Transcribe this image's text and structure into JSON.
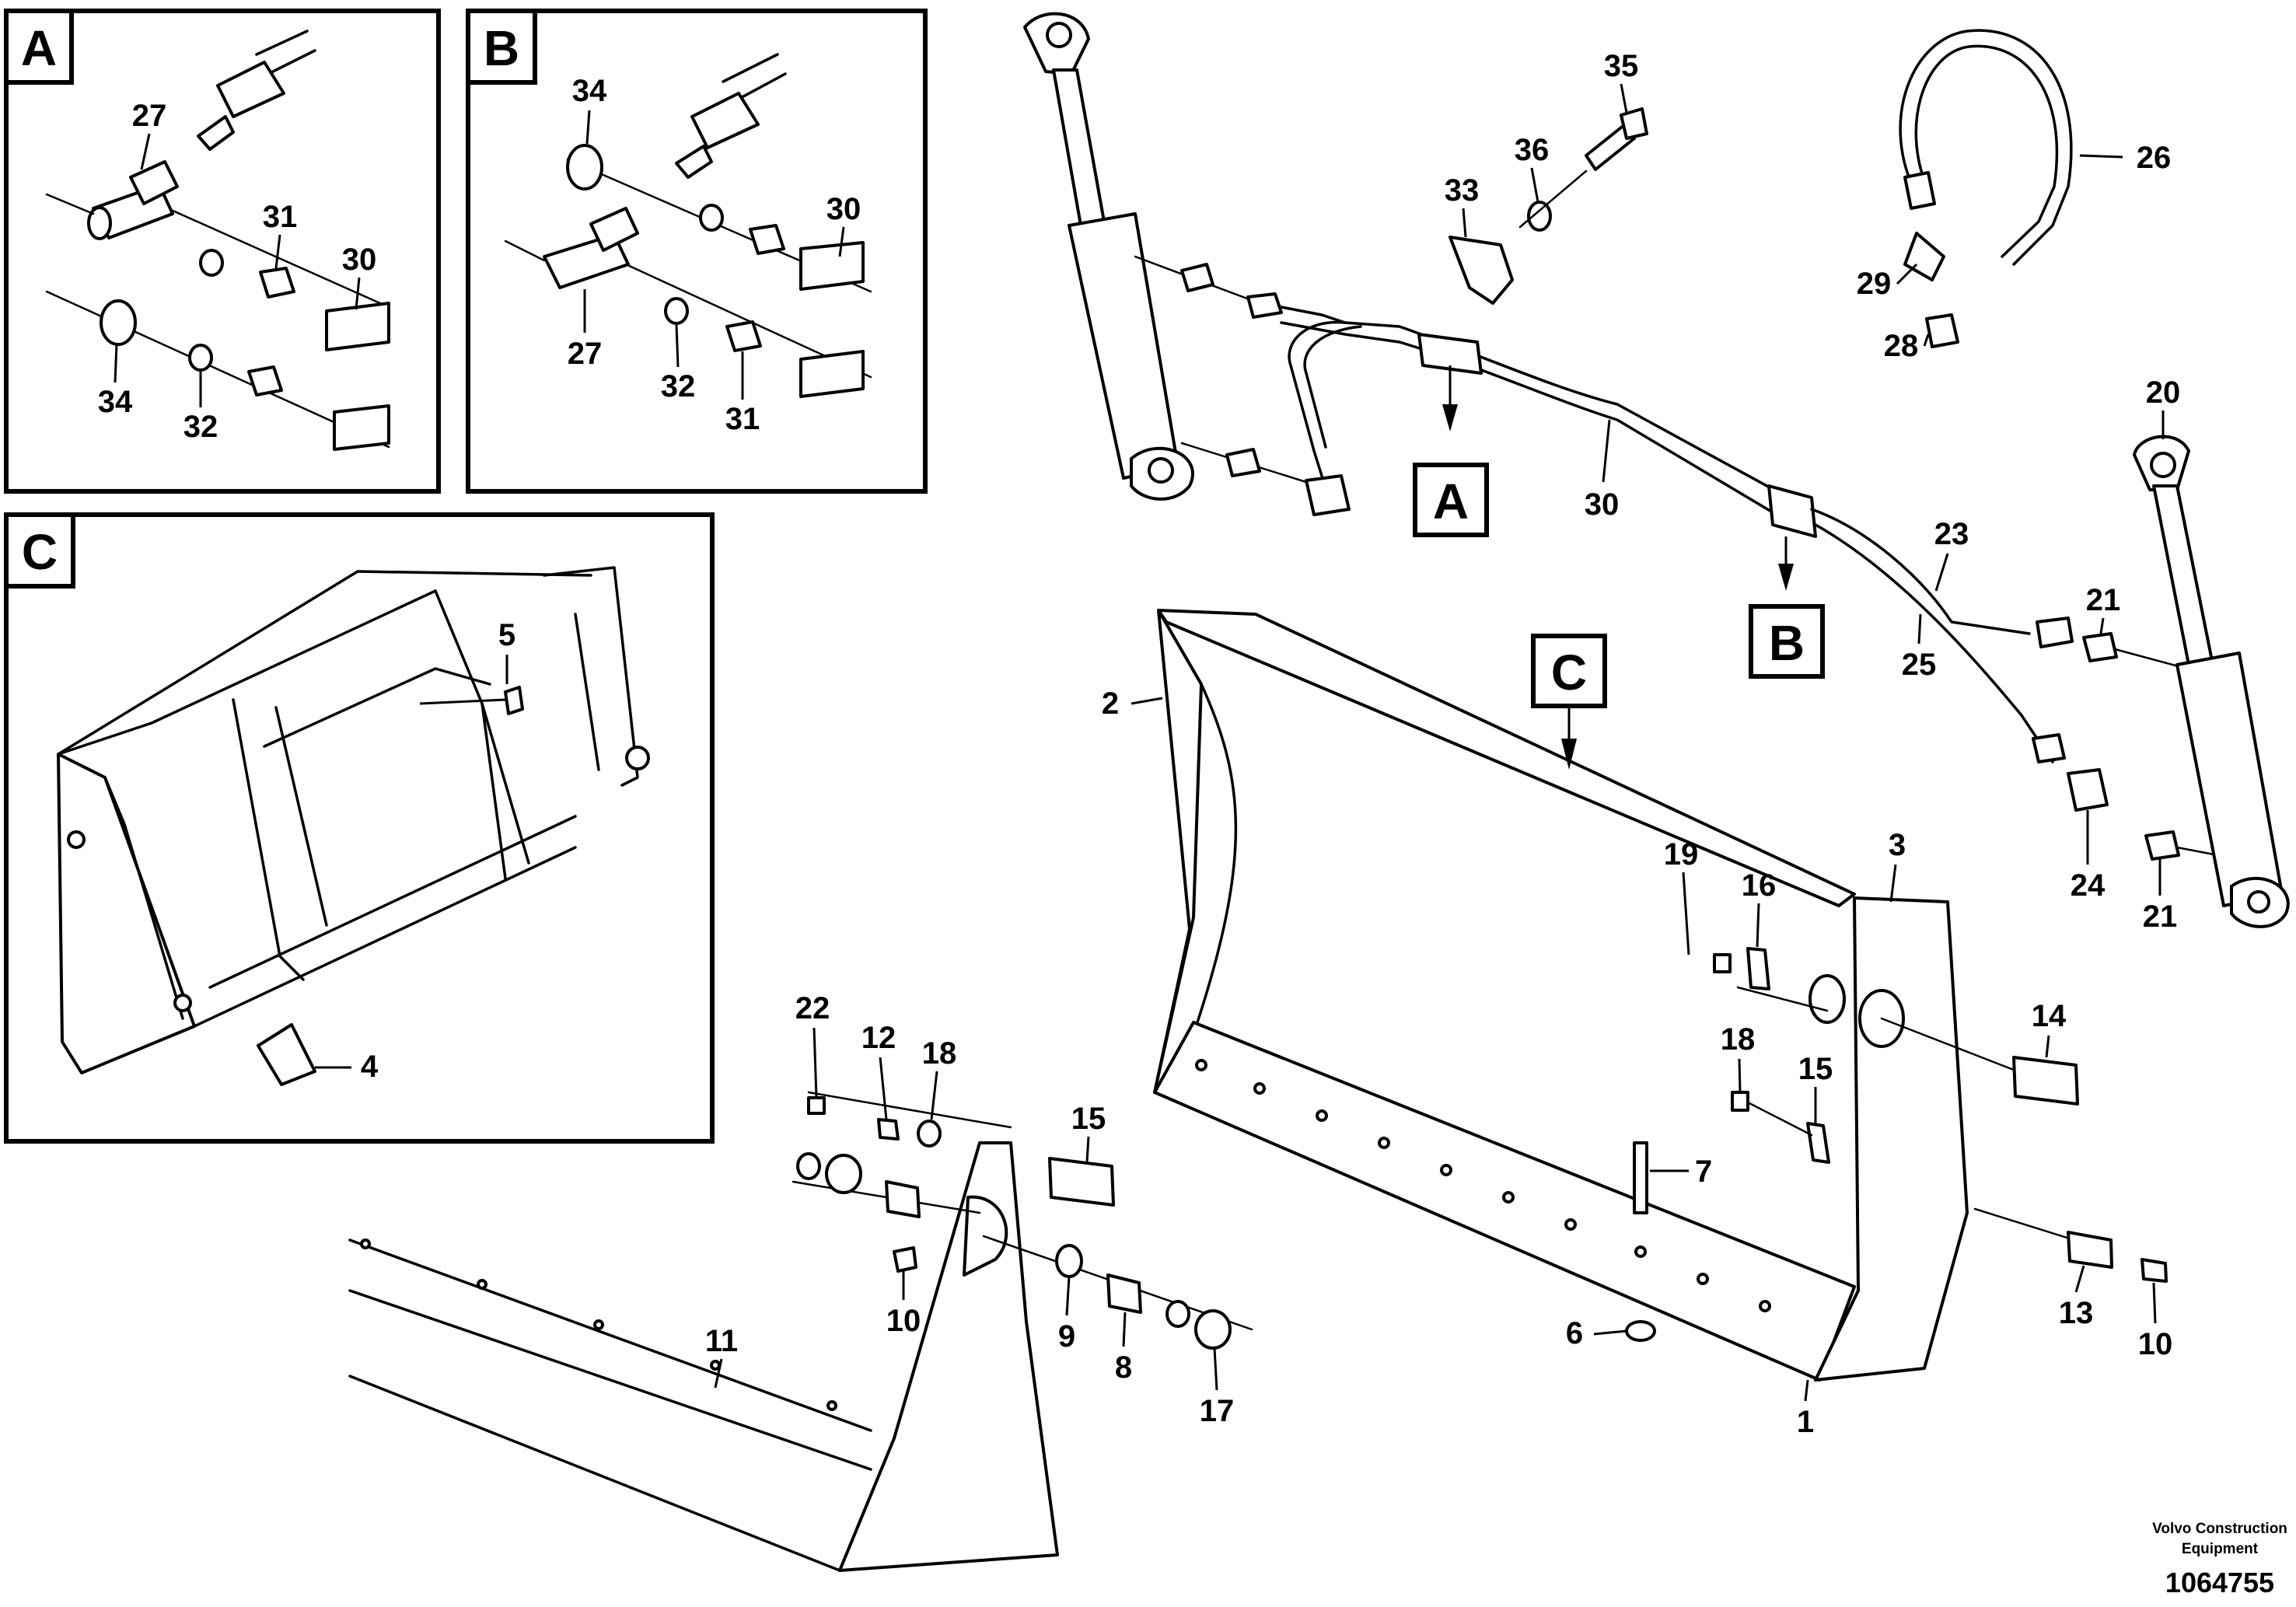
{
  "panels": [
    {
      "id": "A",
      "label": "A"
    },
    {
      "id": "B",
      "label": "B"
    },
    {
      "id": "C",
      "label": "C"
    }
  ],
  "markers": [
    {
      "id": "A",
      "label": "A"
    },
    {
      "id": "B",
      "label": "B"
    },
    {
      "id": "C",
      "label": "C"
    }
  ],
  "callouts": {
    "panel_a": [
      "27",
      "31",
      "30",
      "34",
      "32"
    ],
    "panel_b": [
      "34",
      "30",
      "27",
      "32",
      "31"
    ],
    "panel_c": [
      "5",
      "4"
    ],
    "main": [
      "35",
      "36",
      "33",
      "26",
      "29",
      "28",
      "20",
      "30",
      "23",
      "21",
      "25",
      "2",
      "3",
      "19",
      "16",
      "24",
      "21",
      "14",
      "18",
      "15",
      "22",
      "12",
      "18",
      "15",
      "7",
      "10",
      "9",
      "8",
      "17",
      "6",
      "13",
      "10",
      "11",
      "1"
    ]
  },
  "footer": {
    "brand_line1": "Volvo Construction",
    "brand_line2": "Equipment",
    "doc_number": "1064755"
  }
}
